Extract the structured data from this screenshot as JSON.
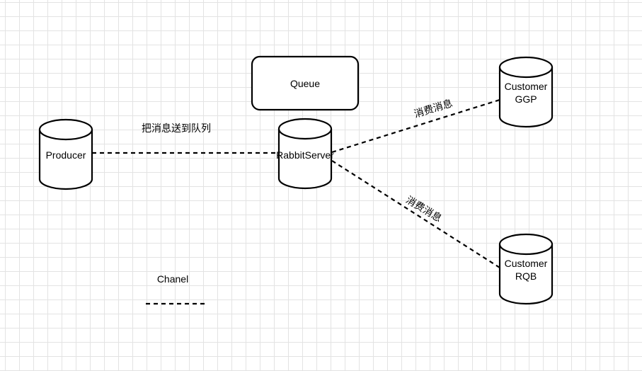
{
  "nodes": {
    "queue": {
      "label": "Queue"
    },
    "producer": {
      "label": "Producer"
    },
    "rabbit_server": {
      "label": "RabbitServer"
    },
    "customer_ggp": {
      "line1": "Customer",
      "line2": "GGP"
    },
    "customer_rqb": {
      "line1": "Customer",
      "line2": "RQB"
    }
  },
  "edges": {
    "send_to_queue": {
      "label": "把消息送到队列"
    },
    "consume_ggp": {
      "label": "消费消息"
    },
    "consume_rqb": {
      "label": "消费消息"
    }
  },
  "legend": {
    "label": "Chanel"
  },
  "colors": {
    "stroke": "#000000",
    "fill": "#ffffff",
    "grid": "#e3e3e3"
  }
}
